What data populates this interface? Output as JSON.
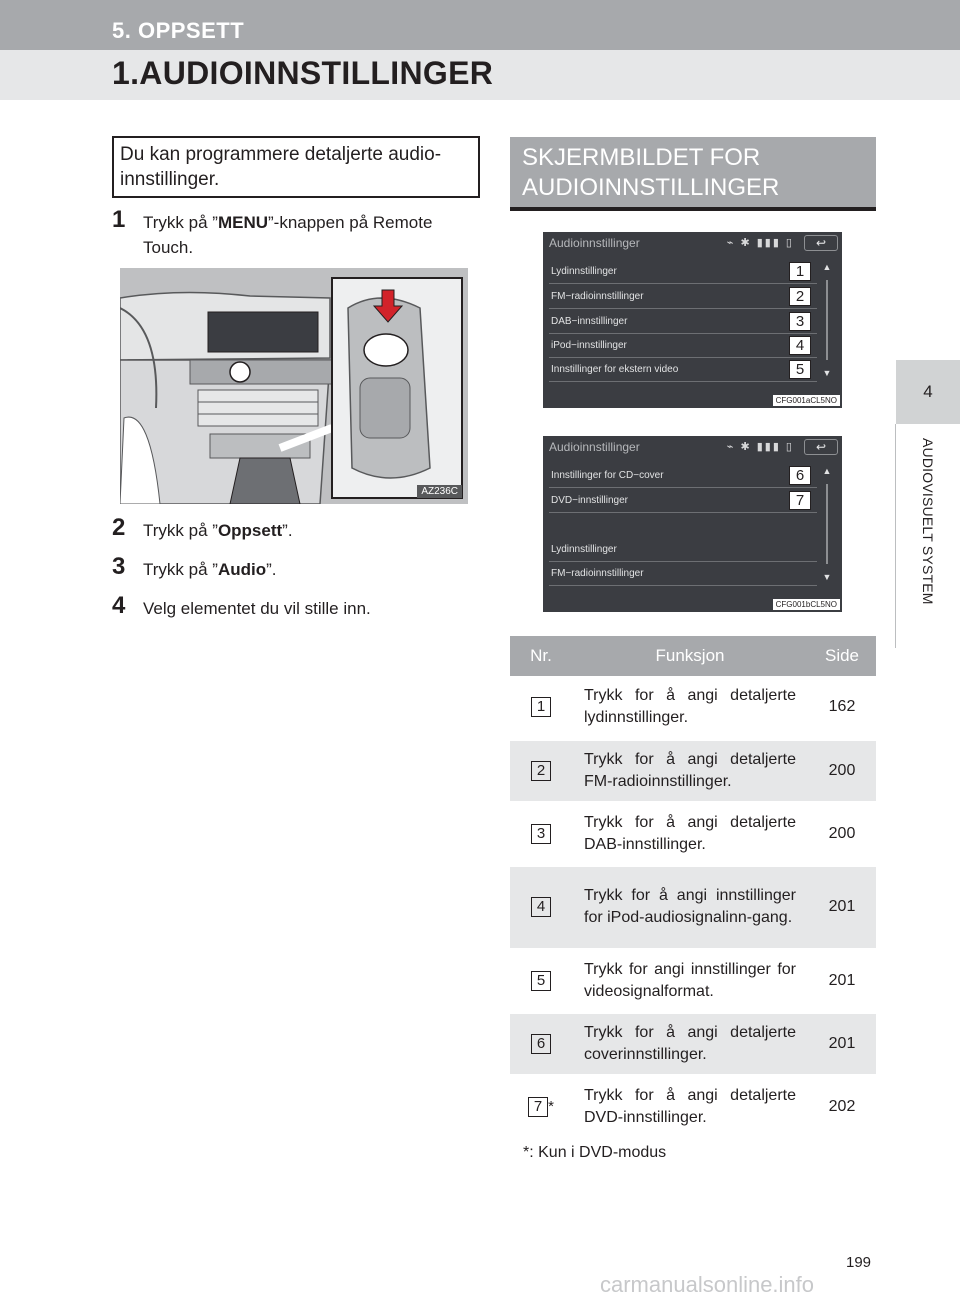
{
  "header": {
    "section": "5. OPPSETT",
    "title": "1.AUDIOINNSTILLINGER"
  },
  "side_tab": {
    "number": "4",
    "label": "AUDIOVISUELT SYSTEM"
  },
  "intro": "Du kan programmere detaljerte audio-innstillinger.",
  "steps": [
    {
      "num": "1",
      "pre": "Trykk på ”",
      "bold": "MENU",
      "post": "”-knappen på Remote Touch."
    },
    {
      "num": "2",
      "pre": "Trykk på ”",
      "bold": "Oppsett",
      "post": "”."
    },
    {
      "num": "3",
      "pre": "Trykk på ”",
      "bold": "Audio",
      "post": "”."
    },
    {
      "num": "4",
      "pre": "Velg elementet du vil stille inn.",
      "bold": "",
      "post": ""
    }
  ],
  "illustration": {
    "code": "AZ236C"
  },
  "section_header": "SKJERMBILDET FOR AUDIOINNSTILLINGER",
  "screens": [
    {
      "title": "Audioinnstillinger",
      "status": "⌁ ✱ ▮▮▮ ▯",
      "back": "↩",
      "rows": [
        {
          "label": "Lydinnstillinger",
          "num": "1"
        },
        {
          "label": "FM−radioinnstillinger",
          "num": "2"
        },
        {
          "label": "DAB−innstillinger",
          "num": "3"
        },
        {
          "label": "iPod−innstillinger",
          "num": "4"
        },
        {
          "label": "Innstillinger for ekstern video",
          "num": "5"
        }
      ],
      "code": "CFG001aCL5NO"
    },
    {
      "title": "Audioinnstillinger",
      "status": "⌁ ✱ ▮▮▮ ▯",
      "back": "↩",
      "rows": [
        {
          "label": "Innstillinger for CD−cover",
          "num": "6"
        },
        {
          "label": "DVD−innstillinger",
          "num": "7"
        },
        {
          "label": "",
          "num": ""
        },
        {
          "label": "Lydinnstillinger",
          "num": ""
        },
        {
          "label": "FM−radioinnstillinger",
          "num": ""
        }
      ],
      "code": "CFG001bCL5NO"
    }
  ],
  "table": {
    "headers": [
      "Nr.",
      "Funksjon",
      "Side"
    ],
    "rows": [
      {
        "nr": "1",
        "star": "",
        "func": "Trykk for å angi detaljerte lydinnstillinger.",
        "page": "162"
      },
      {
        "nr": "2",
        "star": "",
        "func": "Trykk for å angi detaljerte FM-radioinnstillinger.",
        "page": "200"
      },
      {
        "nr": "3",
        "star": "",
        "func": "Trykk for å angi detaljerte DAB-innstillinger.",
        "page": "200"
      },
      {
        "nr": "4",
        "star": "",
        "func": "Trykk for å angi innstillinger for iPod-audiosignalinn-gang.",
        "page": "201"
      },
      {
        "nr": "5",
        "star": "",
        "func": "Trykk for angi innstillinger for videosignalformat.",
        "page": "201"
      },
      {
        "nr": "6",
        "star": "",
        "func": "Trykk for å angi detaljerte coverinnstillinger.",
        "page": "201"
      },
      {
        "nr": "7",
        "star": "*",
        "func": "Trykk for å angi detaljerte DVD-innstillinger.",
        "page": "202"
      }
    ]
  },
  "footnote": "*: Kun i DVD-modus",
  "page_number": "199",
  "watermark": "carmanualsonline.info"
}
